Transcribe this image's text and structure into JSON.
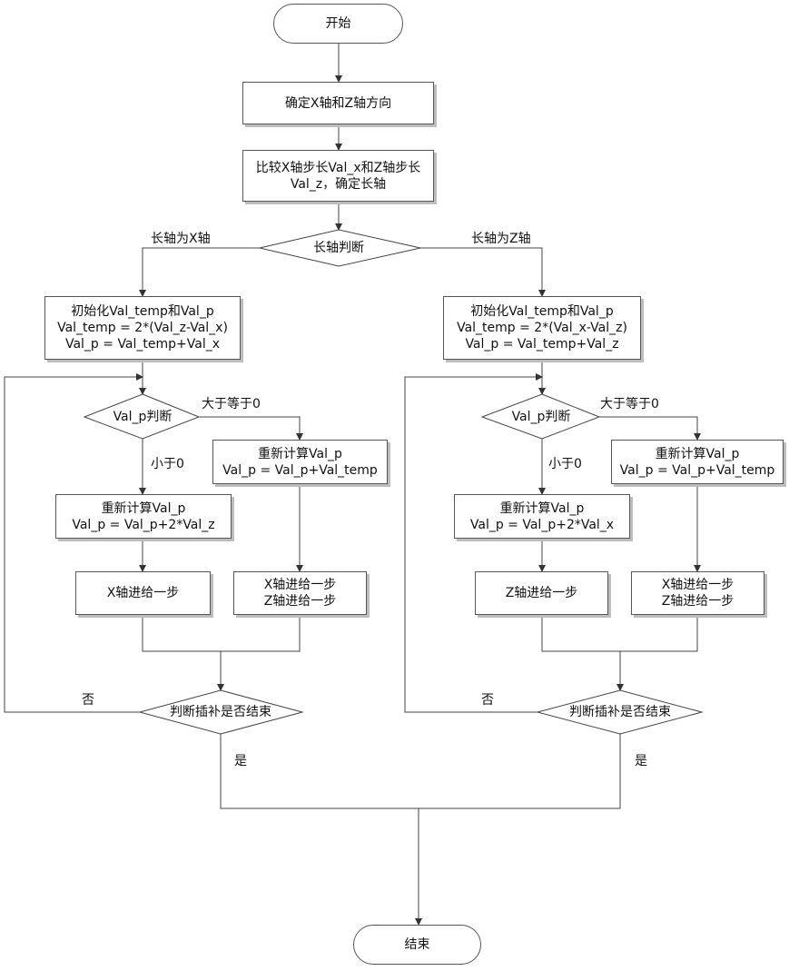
{
  "nodes": {
    "start": "开始",
    "set_dir": "确定X轴和Z轴方向",
    "compare": [
      "比较X轴步长Val_x和Z轴步长",
      "Val_z，确定长轴"
    ],
    "longaxis": "长轴判断",
    "init_left": [
      "初始化Val_temp和Val_p",
      "Val_temp = 2*(Val_z-Val_x)",
      "Val_p = Val_temp+Val_x"
    ],
    "init_right": [
      "初始化Val_temp和Val_p",
      "Val_temp = 2*(Val_x-Val_z)",
      "Val_p = Val_temp+Val_z"
    ],
    "vp_left": "Val_p判断",
    "vp_right": "Val_p判断",
    "recalc_ge_left": [
      "重新计算Val_p",
      "Val_p = Val_p+Val_temp"
    ],
    "recalc_ge_right": [
      "重新计算Val_p",
      "Val_p = Val_p+Val_temp"
    ],
    "recalc_lt_left": [
      "重新计算Val_p",
      "Val_p = Val_p+2*Val_z"
    ],
    "recalc_lt_right": [
      "重新计算Val_p",
      "Val_p = Val_p+2*Val_x"
    ],
    "step_x": "X轴进给一步",
    "step_z": "Z轴进给一步",
    "step_xz_left": [
      "X轴进给一步",
      "Z轴进给一步"
    ],
    "step_xz_right": [
      "X轴进给一步",
      "Z轴进给一步"
    ],
    "end_check_left": "判断插补是否结束",
    "end_check_right": "判断插补是否结束",
    "end": "结束"
  },
  "edge_labels": {
    "long_x": "长轴为X轴",
    "long_z": "长轴为Z轴",
    "ge0_left": "大于等于0",
    "ge0_right": "大于等于0",
    "lt0_left": "小于0",
    "lt0_right": "小于0",
    "no_left": "否",
    "no_right": "否",
    "yes_left": "是",
    "yes_right": "是"
  }
}
